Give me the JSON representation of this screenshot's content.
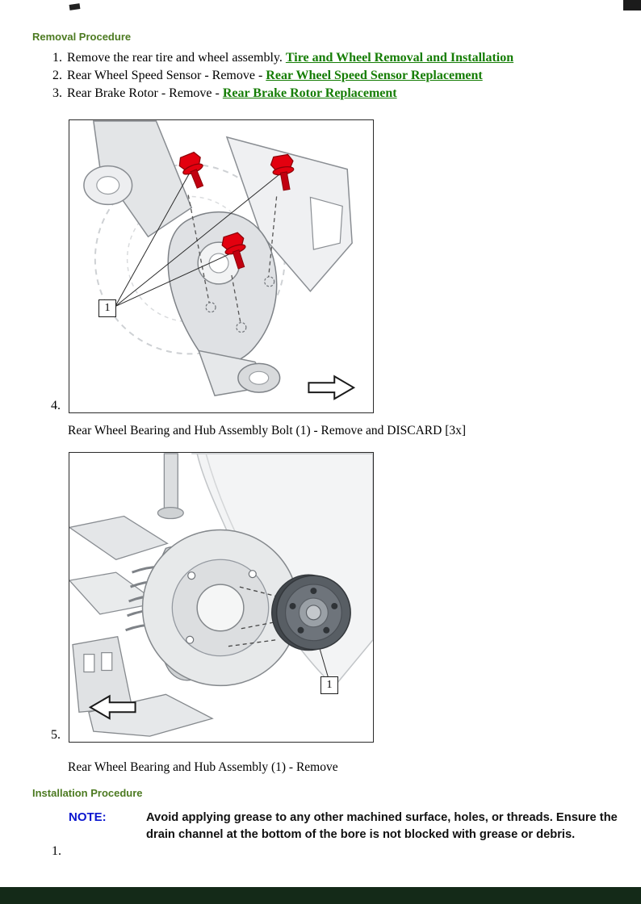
{
  "doc": {
    "removal": {
      "heading": "Removal Procedure",
      "steps": [
        {
          "num": "1.",
          "pre": "Remove the rear tire and wheel assembly. ",
          "link": "Tire and Wheel Removal and Installation"
        },
        {
          "num": "2.",
          "pre": "Rear Wheel Speed Sensor - Remove - ",
          "link": "Rear Wheel Speed Sensor Replacement"
        },
        {
          "num": "3.",
          "pre": "Rear Brake Rotor - Remove - ",
          "link": "Rear Brake Rotor Replacement"
        }
      ],
      "step4": {
        "num": "4.",
        "callout": "1",
        "caption": "Rear Wheel Bearing and Hub Assembly Bolt (1) - Remove and DISCARD [3x]"
      },
      "step5": {
        "num": "5.",
        "callout": "1",
        "caption": "Rear Wheel Bearing and Hub Assembly (1) - Remove"
      }
    },
    "installation": {
      "heading": "Installation Procedure",
      "note_label": "NOTE:",
      "note_text": "Avoid applying grease to any other machined surface, holes, or threads. Ensure the drain channel at the bottom of the bore is not blocked with grease or debris.",
      "step1_num": "1."
    },
    "colors": {
      "heading_green": "#4c7a21",
      "link_green": "#157d05",
      "note_blue": "#0b16cf",
      "bolt_red": "#e3000f",
      "footer_bar": "#142a18"
    }
  }
}
